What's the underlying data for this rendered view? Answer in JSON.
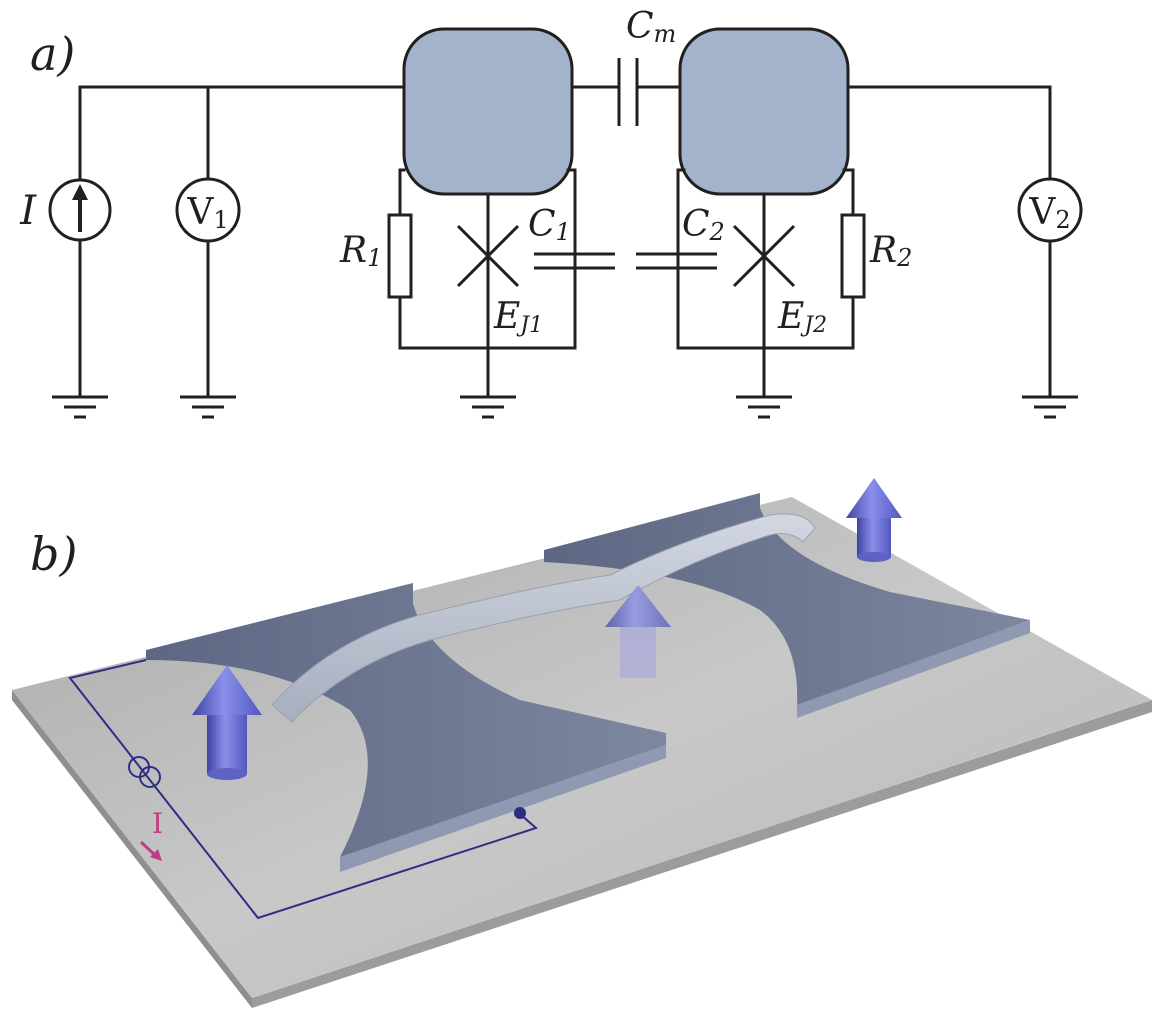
{
  "panel_a": {
    "label": "a)",
    "source_label": "I",
    "v1_label": "V",
    "v1_sub": "1",
    "v2_label": "V",
    "v2_sub": "2",
    "cm_label": "C",
    "cm_sub": "m",
    "c1_label": "C",
    "c1_sub": "1",
    "c2_label": "C",
    "c2_sub": "2",
    "r1_label": "R",
    "r1_sub": "1",
    "r2_label": "R",
    "r2_sub": "2",
    "ej1_label": "E",
    "ej1_sub": "J1",
    "ej2_label": "E",
    "ej2_sub": "J2",
    "colors": {
      "pad_fill": "#a3b3cc",
      "wire": "#231f20"
    }
  },
  "panel_b": {
    "label": "b)",
    "current_label": "I",
    "colors": {
      "substrate": "#bdbdbd",
      "electrode": "#6c7590",
      "arrow": "#7b80d8",
      "circuit_line": "#2e2d86",
      "current_arrow": "#c03c83"
    }
  }
}
